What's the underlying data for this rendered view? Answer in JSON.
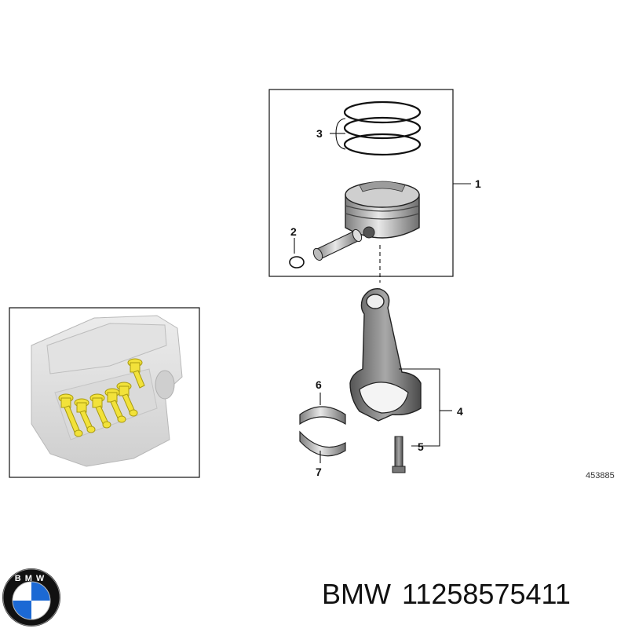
{
  "callouts": {
    "piston_assembly": "1",
    "piston_pin": "2",
    "piston_rings": "3",
    "connecting_rod": "4",
    "rod_bolt": "5",
    "upper_bearing_shell": "6",
    "lower_bearing_shell": "7"
  },
  "diagram_reference": "453885",
  "footer": {
    "brand": "BMW",
    "part_number": "11258575411"
  },
  "logo": {
    "letters": "BMW",
    "colors": {
      "ring": "#111111",
      "blue": "#1c69d4",
      "white": "#ffffff"
    }
  },
  "colors": {
    "highlight": "#f2e23a",
    "line": "#111111",
    "metal": "#9a9a9a",
    "engine": "#d6d6d6"
  }
}
